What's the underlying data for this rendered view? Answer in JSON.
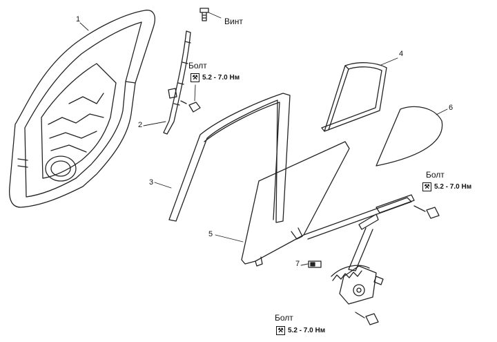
{
  "parts": [
    {
      "id": "1",
      "label": "1"
    },
    {
      "id": "2",
      "label": "2"
    },
    {
      "id": "3",
      "label": "3"
    },
    {
      "id": "4",
      "label": "4"
    },
    {
      "id": "5",
      "label": "5"
    },
    {
      "id": "6",
      "label": "6"
    },
    {
      "id": "7",
      "label": "7"
    }
  ],
  "callouts": {
    "screw": "Винт",
    "bolt_a": {
      "word": "Болт",
      "torque": "5.2 - 7.0 Нм"
    },
    "bolt_b": {
      "word": "Болт",
      "torque": "5.2 - 7.0 Нм"
    },
    "bolt_c": {
      "word": "Болт",
      "torque": "5.2 - 7.0 Нм"
    }
  },
  "icons": {
    "torque": "torque-wrench-icon",
    "fastener": "bolt-icon"
  }
}
